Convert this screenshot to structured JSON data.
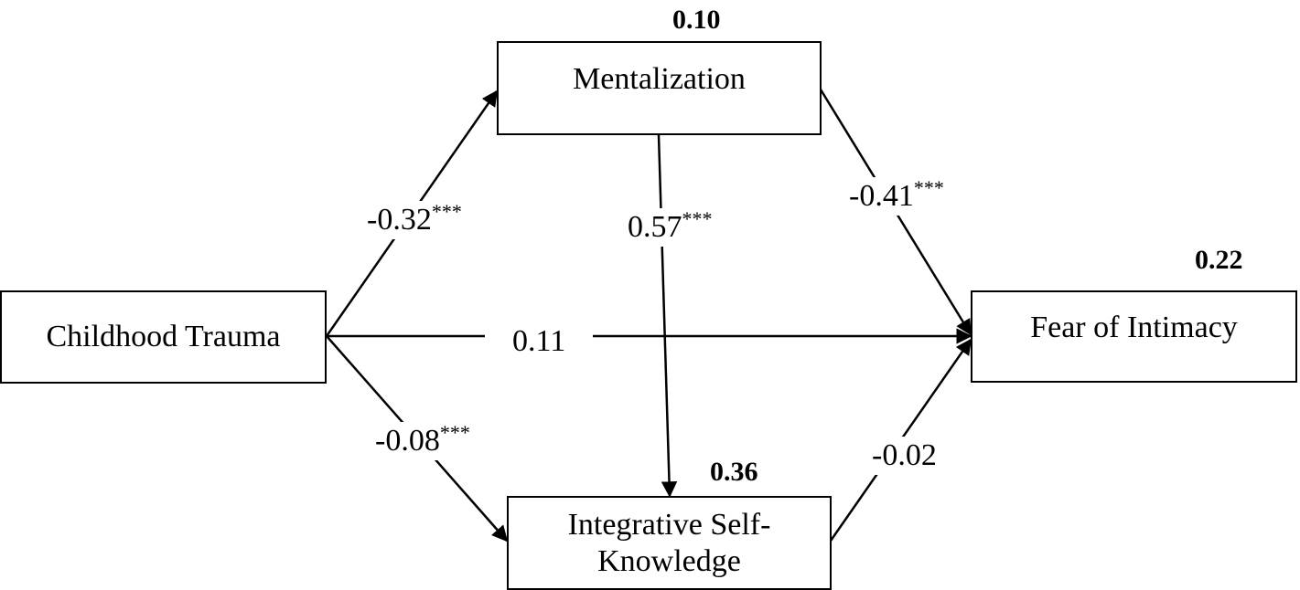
{
  "nodes": {
    "childhood_trauma": "Childhood Trauma",
    "mentalization": "Mentalization",
    "fear_of_intimacy": "Fear of Intimacy",
    "integrative_line1": "Integrative Self-",
    "integrative_line2": "Knowledge"
  },
  "r_squared": {
    "mentalization": "0.10",
    "fear_of_intimacy": "0.22",
    "integrative": "0.36"
  },
  "paths": {
    "trauma_to_mentalization": {
      "coef": "-0.32",
      "sig": "***"
    },
    "mentalization_to_integrative": {
      "coef": "0.57",
      "sig": "***"
    },
    "mentalization_to_fear": {
      "coef": "-0.41",
      "sig": "***"
    },
    "trauma_to_fear": {
      "coef": "0.11",
      "sig": ""
    },
    "trauma_to_integrative": {
      "coef": "-0.08",
      "sig": "***"
    },
    "integrative_to_fear": {
      "coef": "-0.02",
      "sig": ""
    }
  },
  "colors": {
    "stroke": "#000000",
    "background": "#ffffff"
  }
}
